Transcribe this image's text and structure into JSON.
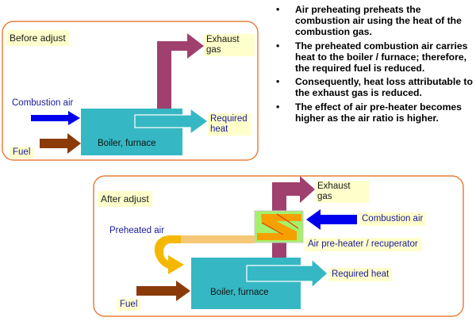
{
  "bullets": [
    "Air preheating preheats the combustion air using the heat of the combustion gas.",
    "The preheated combustion air carries heat to the boiler / furnace; therefore, the required fuel is reduced.",
    "Consequently, heat loss attributable to the exhaust gas is reduced.",
    "The effect of air pre-heater becomes higher as the air ratio is higher."
  ],
  "before": {
    "title": "Before adjust",
    "exhaust": "Exhaust\ngas",
    "combustion_air": "Combustion air",
    "required_heat": "Required\nheat",
    "boiler": "Boiler, furnace",
    "fuel": "Fuel"
  },
  "after": {
    "title": "After adjust",
    "exhaust": "Exhaust\ngas",
    "combustion_air": "Combustion air",
    "preheated_air": "Preheated air",
    "preheater": "Air pre-heater / recuperator",
    "required_heat": "Required heat",
    "boiler": "Boiler, furnace",
    "fuel": "Fuel"
  },
  "colors": {
    "frame": "#e8803c",
    "boiler": "#35b8c4",
    "exhaust": "#a0406e",
    "air": "#0000ee",
    "fuel": "#8b3a0a",
    "preheated": "#f5c878",
    "hot_air": "#f5b800",
    "preheater_box": "#a6f06a",
    "heat_arrow": "#35b8c4"
  }
}
